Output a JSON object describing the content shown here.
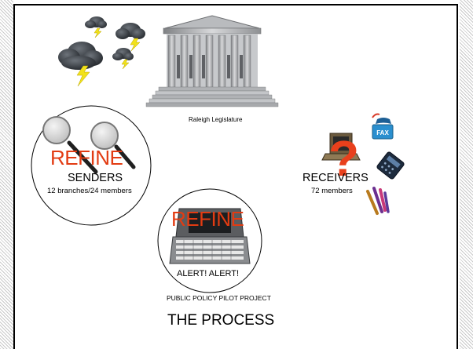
{
  "building": {
    "caption": "Raleigh Legislature"
  },
  "senders": {
    "refine": "REFINE",
    "title": "SENDERS",
    "detail": "12 branches/24 members"
  },
  "receivers": {
    "title": "RECEIVERS",
    "detail": "72 members",
    "question": "?",
    "fax_label": "FAX"
  },
  "alert": {
    "refine": "REFINE",
    "title": "ALERT! ALERT!"
  },
  "footer": {
    "project": "PUBLIC POLICY PILOT PROJECT",
    "heading": "THE PROCESS"
  },
  "colors": {
    "refine": "#e23b12",
    "question": "#e8401c",
    "lightning": "#f2e21a",
    "cloud": "#3b4046",
    "building": "#9a9c9f"
  }
}
